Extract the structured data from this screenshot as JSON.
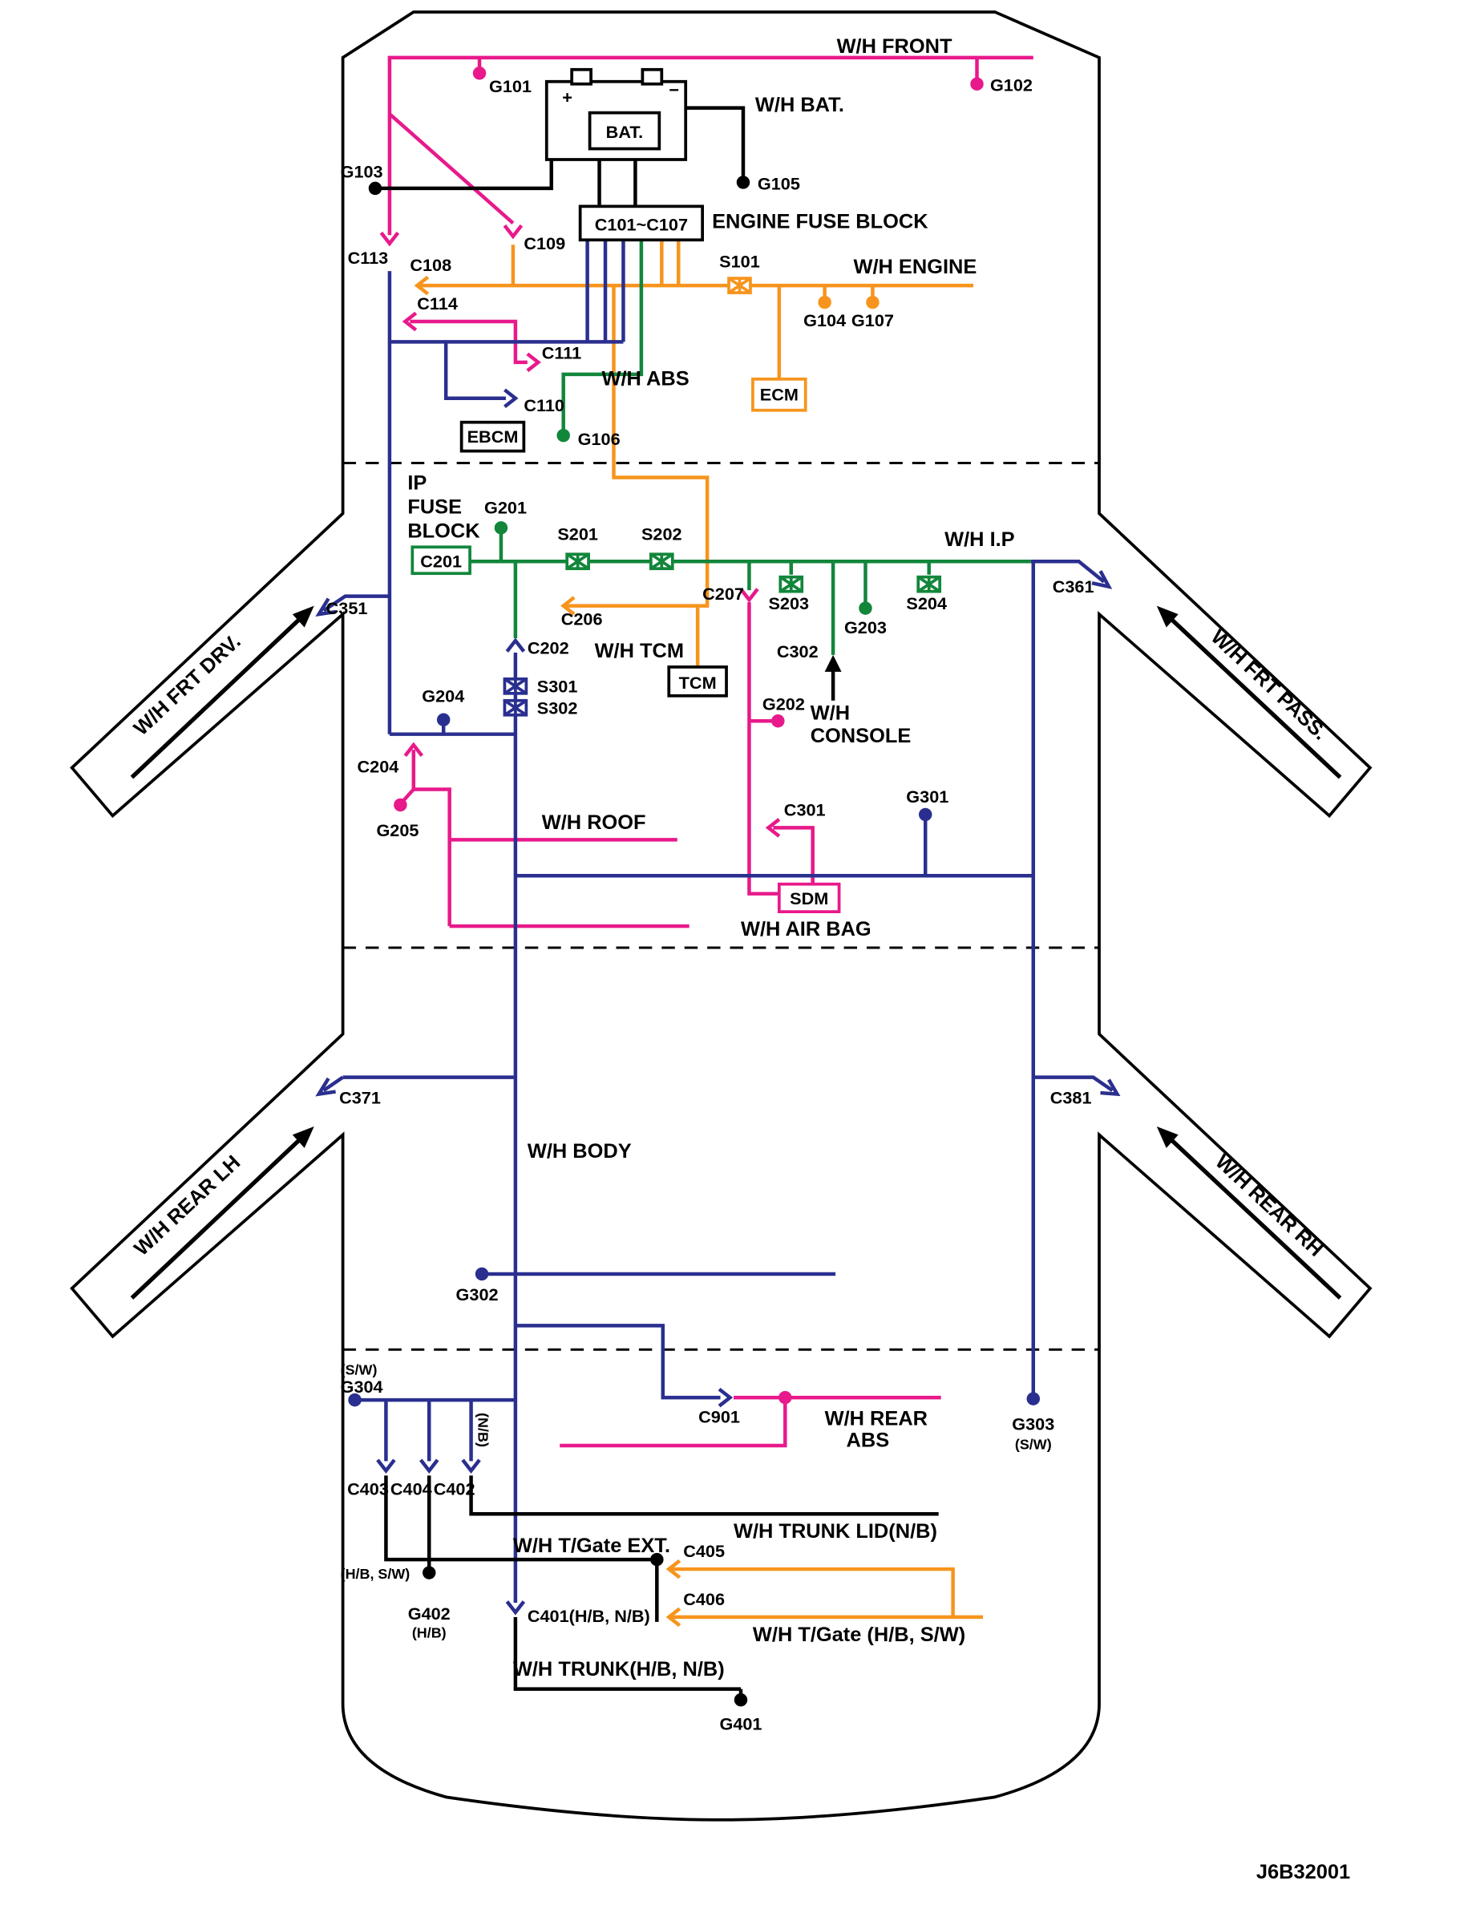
{
  "doc": {
    "id": "J6B32001"
  },
  "colors": {
    "pink": "#E8198B",
    "orange": "#F7941D",
    "green": "#12863B",
    "navy": "#2A2F8F",
    "black": "#000000"
  },
  "harnesses": {
    "front": "W/H FRONT",
    "bat": "W/H BAT.",
    "engine": "W/H ENGINE",
    "abs": "W/H ABS",
    "ip": "W/H I.P",
    "frt_drv": "W/H FRT DRV.",
    "frt_pass": "W/H FRT PASS.",
    "tcm": "W/H TCM",
    "console_l1": "W/H",
    "console_l2": "CONSOLE",
    "roof": "W/H ROOF",
    "air_bag": "W/H AIR BAG",
    "rear_lh": "W/H REAR LH",
    "rear_rh": "W/H REAR RH",
    "body": "W/H BODY",
    "rear_abs_l1": "W/H REAR",
    "rear_abs_l2": "ABS",
    "tgate_ext": "W/H T/Gate EXT.",
    "trunk_lid": "W/H TRUNK LID(N/B)",
    "tgate": "W/H T/Gate (H/B, S/W)",
    "trunk": "W/H TRUNK(H/B, N/B)"
  },
  "boxes": {
    "fuse_block": "C101~C107",
    "engine_fuse_block_title": "ENGINE FUSE BLOCK",
    "ebcm": "EBCM",
    "ecm": "ECM",
    "c201": "C201",
    "tcm": "TCM",
    "sdm": "SDM",
    "ip_line1": "IP",
    "ip_line2": "FUSE",
    "ip_line3": "BLOCK"
  },
  "battery": {
    "label": "BAT.",
    "plus": "+",
    "minus": "−"
  },
  "connectors": {
    "c113": "C113",
    "c108": "C108",
    "c109": "C109",
    "c114": "C114",
    "c111": "C111",
    "c110": "C110",
    "c202": "C202",
    "c204": "C204",
    "c206": "C206",
    "c207": "C207",
    "c301": "C301",
    "c302": "C302",
    "c351": "C351",
    "c361": "C361",
    "c371": "C371",
    "c381": "C381",
    "c901": "C901",
    "c401": "C401(H/B, N/B)",
    "c402": "C402",
    "c403": "C403",
    "c404": "C404",
    "c405": "C405",
    "c406": "C406"
  },
  "splices": {
    "s101": "S101",
    "s201": "S201",
    "s202": "S202",
    "s203": "S203",
    "s204": "S204",
    "s301": "S301",
    "s302": "S302"
  },
  "grounds": {
    "g101": "G101",
    "g102": "G102",
    "g103": "G103",
    "g104": "G104",
    "g105": "G105",
    "g106": "G106",
    "g107": "G107",
    "g201": "G201",
    "g202": "G202",
    "g203": "G203",
    "g204": "G204",
    "g205": "G205",
    "g301": "G301",
    "g302": "G302",
    "g303": "G303",
    "g304": "G304",
    "g401": "G401",
    "g402": "G402"
  },
  "notes": {
    "sw_top": "(S/W)",
    "sw_bottom": "(S/W)",
    "nb": "(N/B)",
    "hb_sw": "(H/B, S/W)",
    "hb": "(H/B)"
  }
}
